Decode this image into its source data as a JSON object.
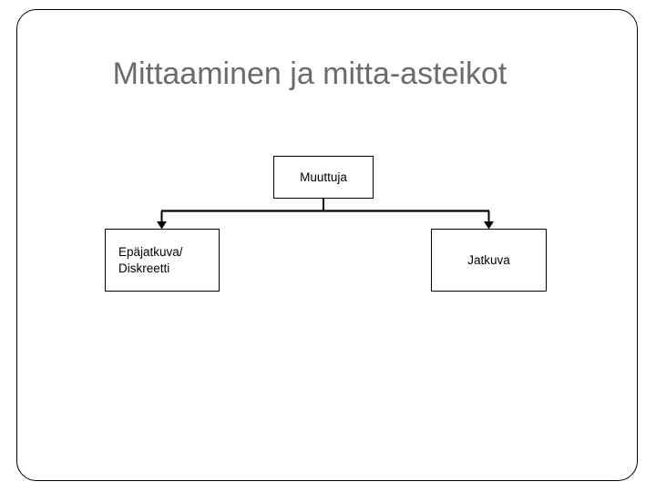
{
  "slide": {
    "title": "Mittaaminen ja mitta-asteikot",
    "frame_color": "#000000",
    "title_color": "#6b6b6b",
    "background": "#ffffff"
  },
  "diagram": {
    "type": "tree",
    "line_color": "#000000",
    "box_border_color": "#000000",
    "box_fill": "#ffffff",
    "nodes": [
      {
        "id": "muuttuja",
        "lines": [
          "Muuttuja"
        ],
        "align": "center"
      },
      {
        "id": "epajatkuva",
        "lines": [
          "Epäjatkuva/",
          "Diskreetti"
        ],
        "align": "left"
      },
      {
        "id": "jatkuva",
        "lines": [
          "Jatkuva"
        ],
        "align": "center"
      }
    ],
    "edges": [
      {
        "from": "muuttuja",
        "to": "epajatkuva",
        "arrow": "down"
      },
      {
        "from": "muuttuja",
        "to": "jatkuva",
        "arrow": "down"
      }
    ]
  }
}
